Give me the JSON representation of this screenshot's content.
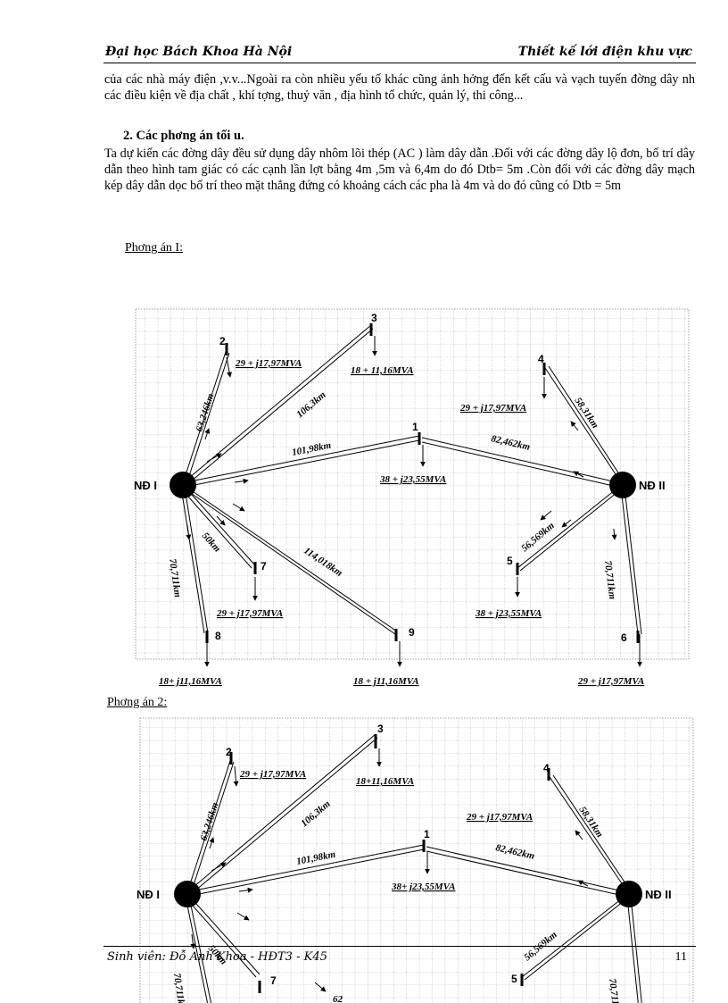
{
  "header": {
    "left": "Đại học Bách Khoa Hà Nội",
    "right": "Thiết kế lới  điện khu vực"
  },
  "text": {
    "p1": "của các nhà máy điện ,v.v...Ngoài ra còn nhiều yếu tố khác cũng ảnh hởng đến kết cấu và vạch tuyến đờng dây nh các điều kiện về địa chất , khí tợng, thuỷ văn , địa hình tổ chức, quản lý, thi công...",
    "heading": "2. Các phơng án tối u.",
    "p2": "Ta dự kiến các đờng dây đều sử dụng dây nhôm lõi thép (AC ) làm dây dẫn .Đối với các đờng dây lộ đơn, bố trí dây dẫn theo hình tam giác có các cạnh lần lợt bằng 4m ,5m và 6,4m do đó Dtb= 5m .Còn đối với các đờng dây mạch kép dây dẫn dọc bố trí theo mặt thẳng đứng có khoảng cách các pha là 4m và do đó cũng có Dtb = 5m",
    "variant1": "Phơng án I:",
    "variant2": "Phơng án 2:"
  },
  "diagram": {
    "nd1": "NĐ I",
    "nd2": "NĐ II",
    "buses": [
      "1",
      "2",
      "3",
      "4",
      "5",
      "6",
      "7",
      "8",
      "9"
    ],
    "lines": {
      "n1_2": "63,246km",
      "n1_3": "106,3km",
      "n1_1": "101,98km",
      "n2_1": "82,462km",
      "n2_4": "58,31km",
      "n1_7": "50km",
      "n1_9": "114,018km",
      "n2_5": "56,569km",
      "n2_6": "70,711km",
      "n1_8": "70,711km"
    },
    "loads": {
      "l1": "38 + j23,55MVA",
      "l2": "29 + j17,97MVA",
      "l3": "18 + 11,16MVA",
      "l4": "29 + j17,97MVA",
      "l5": "38 + j23,55MVA",
      "l6": "29 + j17,97MVA",
      "l7": "29 + j17,97MVA",
      "l8": "18+ j11,16MVA",
      "l9": "18 + j11,16MVA"
    },
    "loads2": {
      "l3": "18+11,16MVA",
      "l1": "38+ j23,55MVA",
      "l9": "62"
    }
  },
  "footer": {
    "left": "Sinh viên: Đỗ Anh Khoa - HĐT3 - K45",
    "page": "11"
  }
}
